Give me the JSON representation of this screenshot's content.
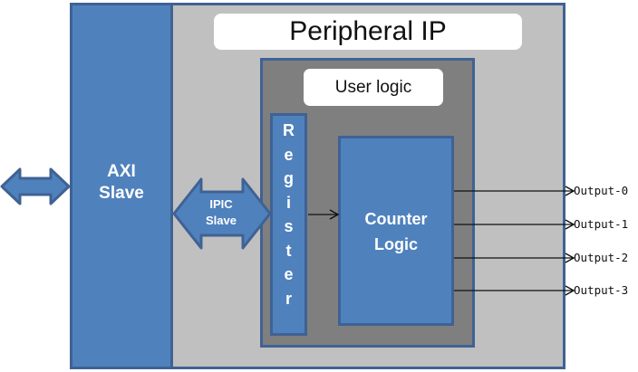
{
  "diagram": {
    "title": "Peripheral IP",
    "axi_slave": {
      "line1": "AXI",
      "line2": "Slave"
    },
    "ipic_slave": {
      "line1": "IPIC",
      "line2": "Slave"
    },
    "user_logic": {
      "title": "User logic"
    },
    "register": {
      "letters": [
        "R",
        "e",
        "g",
        "i",
        "s",
        "t",
        "e",
        "r"
      ]
    },
    "counter_logic": {
      "line1": "Counter",
      "line2": "Logic"
    },
    "outputs": [
      "Output-0",
      "Output-1",
      "Output-2",
      "Output-3"
    ],
    "colors": {
      "block_blue": "#4f81bd",
      "border_blue": "#3f6294",
      "peripheral_gray": "#c0c0c0",
      "user_logic_gray": "#7f7f7f"
    }
  }
}
